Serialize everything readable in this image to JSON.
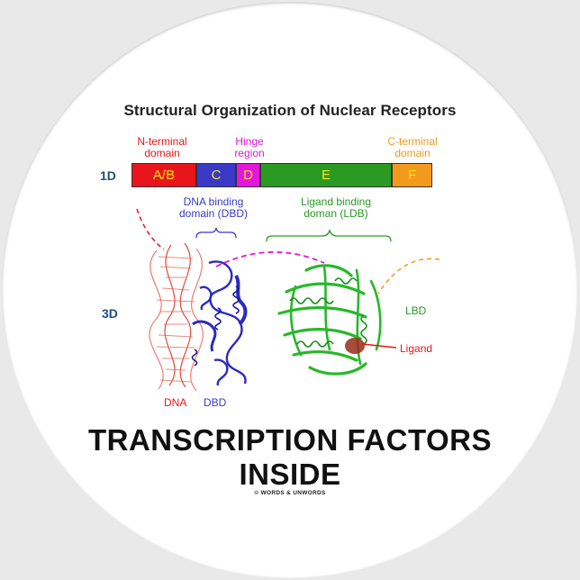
{
  "title": "Structural Organization of Nuclear Receptors",
  "row_labels": {
    "one_d": "1D",
    "three_d": "3D"
  },
  "top_labels": {
    "n_terminal": [
      "N-terminal",
      "domain"
    ],
    "hinge": [
      "Hinge",
      "region"
    ],
    "c_terminal": [
      "C-terminal",
      "domain"
    ]
  },
  "domains": [
    {
      "label": "A/B",
      "color": "#e8151c"
    },
    {
      "label": "C",
      "color": "#3a3ac8"
    },
    {
      "label": "D",
      "color": "#e316dc"
    },
    {
      "label": "E",
      "color": "#2a9a23"
    },
    {
      "label": "F",
      "color": "#f29a1c"
    }
  ],
  "brackets": {
    "dbd": [
      "DNA binding",
      "domain (DBD)"
    ],
    "ldb": [
      "Ligand binding",
      "doman (LDB)"
    ]
  },
  "structure_labels": {
    "dna": "DNA",
    "dbd": "DBD",
    "lbd": "LBD",
    "ligand": "Ligand"
  },
  "colors": {
    "n_terminal": "#e8151c",
    "hinge": "#e316dc",
    "c_terminal": "#f29a1c",
    "dbd": "#3a3ac8",
    "ldb": "#2a9a23",
    "dna": "#e04a3a",
    "ligand": "#d82020"
  },
  "headline": {
    "line1": "TRANSCRIPTION FACTORS",
    "line2": "INSIDE"
  },
  "copyright": "© WORDS & UNWORDS"
}
